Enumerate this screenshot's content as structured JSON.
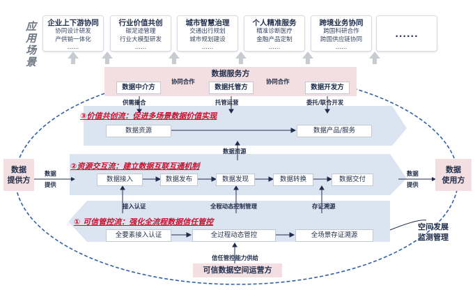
{
  "side_title": "应用场景",
  "scenarios": [
    {
      "title": "企业上下游协同",
      "lines": [
        "协同设计研发",
        "产供销一体化",
        "......"
      ]
    },
    {
      "title": "行业价值共创",
      "lines": [
        "碳足迹管理",
        "行业大模型研发",
        "......"
      ]
    },
    {
      "title": "城市智慧治理",
      "lines": [
        "交通出行规划",
        "城市规划建设",
        "......"
      ]
    },
    {
      "title": "个人精准服务",
      "lines": [
        "精准诊断医疗",
        "金融产品定制",
        "......"
      ]
    },
    {
      "title": "跨境业务协同",
      "lines": [
        "跨国科研合作",
        "跨国供应链协同",
        "......"
      ]
    },
    {
      "title": "......",
      "lines": []
    }
  ],
  "service": {
    "title": "数据服务方",
    "intermediary": "数据中介方",
    "custodian": "数据托管方",
    "developer": "数据开发方",
    "collab_left": "协同合作",
    "collab_right": "协同合作",
    "label_supply_demand": "供需撮合",
    "label_custody": "托管运营",
    "label_entrust": "委托/联合开发"
  },
  "flow3": {
    "title": "③价值共创流：促进多场景数据价值实现",
    "resource": "数据资源",
    "product": "数据产品/服务"
  },
  "label_data_resource": "数据资源",
  "flow2": {
    "title": "②资源交互流：建立数据互联互通机制",
    "steps": [
      "数据接入",
      "数据发布",
      "数据发现",
      "数据转换",
      "数据交付"
    ]
  },
  "provider": {
    "box": [
      "数据",
      "提供方"
    ],
    "tag": [
      "数据",
      "提供"
    ]
  },
  "user": {
    "box": [
      "数据",
      "使用方"
    ],
    "tag": [
      "数据",
      "提供"
    ]
  },
  "label_access_auth": "接入认证",
  "label_dynamic_control": "全程动态控制管理",
  "label_evidence_trace": "存证溯源",
  "flow1": {
    "title": "① 可信管控流：强化全流程数据信任管控",
    "steps": [
      "全要素接入认证",
      "全过程动态管控",
      "全场景存证溯源"
    ]
  },
  "label_trust_supply": "信任管控能力供给",
  "operator": "可信数据空间运营方",
  "monitor": [
    "空间发展",
    "监测管理"
  ],
  "colors": {
    "band": "#dbe4f1",
    "pink": "#f3dfe2",
    "red": "#c8102e",
    "ink": "#1f2d4a"
  }
}
